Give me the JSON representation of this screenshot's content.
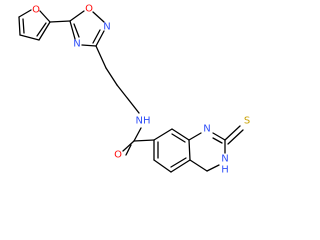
{
  "molecule": {
    "colors": {
      "bond": "#000000",
      "oxygen": "#ff0d0d",
      "nitrogen": "#3050f8",
      "sulfur": "#c8a000",
      "background": "#ffffff"
    },
    "atom_labels": {
      "furan_o": "O",
      "oxadiazole_o": "O",
      "oxadiazole_n2": "N",
      "oxadiazole_n4": "N",
      "amide_nh": "NH",
      "amide_o": "O",
      "quinazoline_n1": "N",
      "quinazoline_n3h": "N",
      "quinazoline_h": "H",
      "thione_s": "S"
    }
  }
}
